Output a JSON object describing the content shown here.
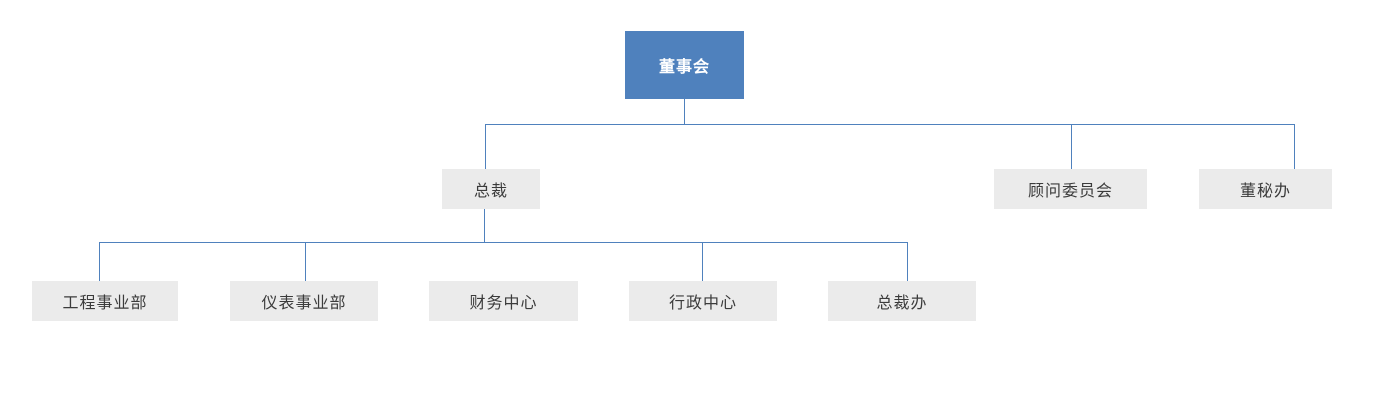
{
  "org_chart": {
    "root": {
      "label": "董事会"
    },
    "level2": [
      {
        "id": "president",
        "label": "总裁"
      },
      {
        "id": "advisory-committee",
        "label": "顾问委员会"
      },
      {
        "id": "board-secretary-office",
        "label": "董秘办"
      }
    ],
    "level3": [
      {
        "id": "engineering-division",
        "label": "工程事业部"
      },
      {
        "id": "instrument-division",
        "label": "仪表事业部"
      },
      {
        "id": "finance-center",
        "label": "财务中心"
      },
      {
        "id": "administration-center",
        "label": "行政中心"
      },
      {
        "id": "president-office",
        "label": "总裁办"
      }
    ]
  },
  "colors": {
    "root_fill": "#4f81bd",
    "root_text": "#ffffff",
    "node_fill": "#ebebeb",
    "node_text": "#3b3b3b",
    "connector": "#4f81bd",
    "background": "#ffffff"
  }
}
